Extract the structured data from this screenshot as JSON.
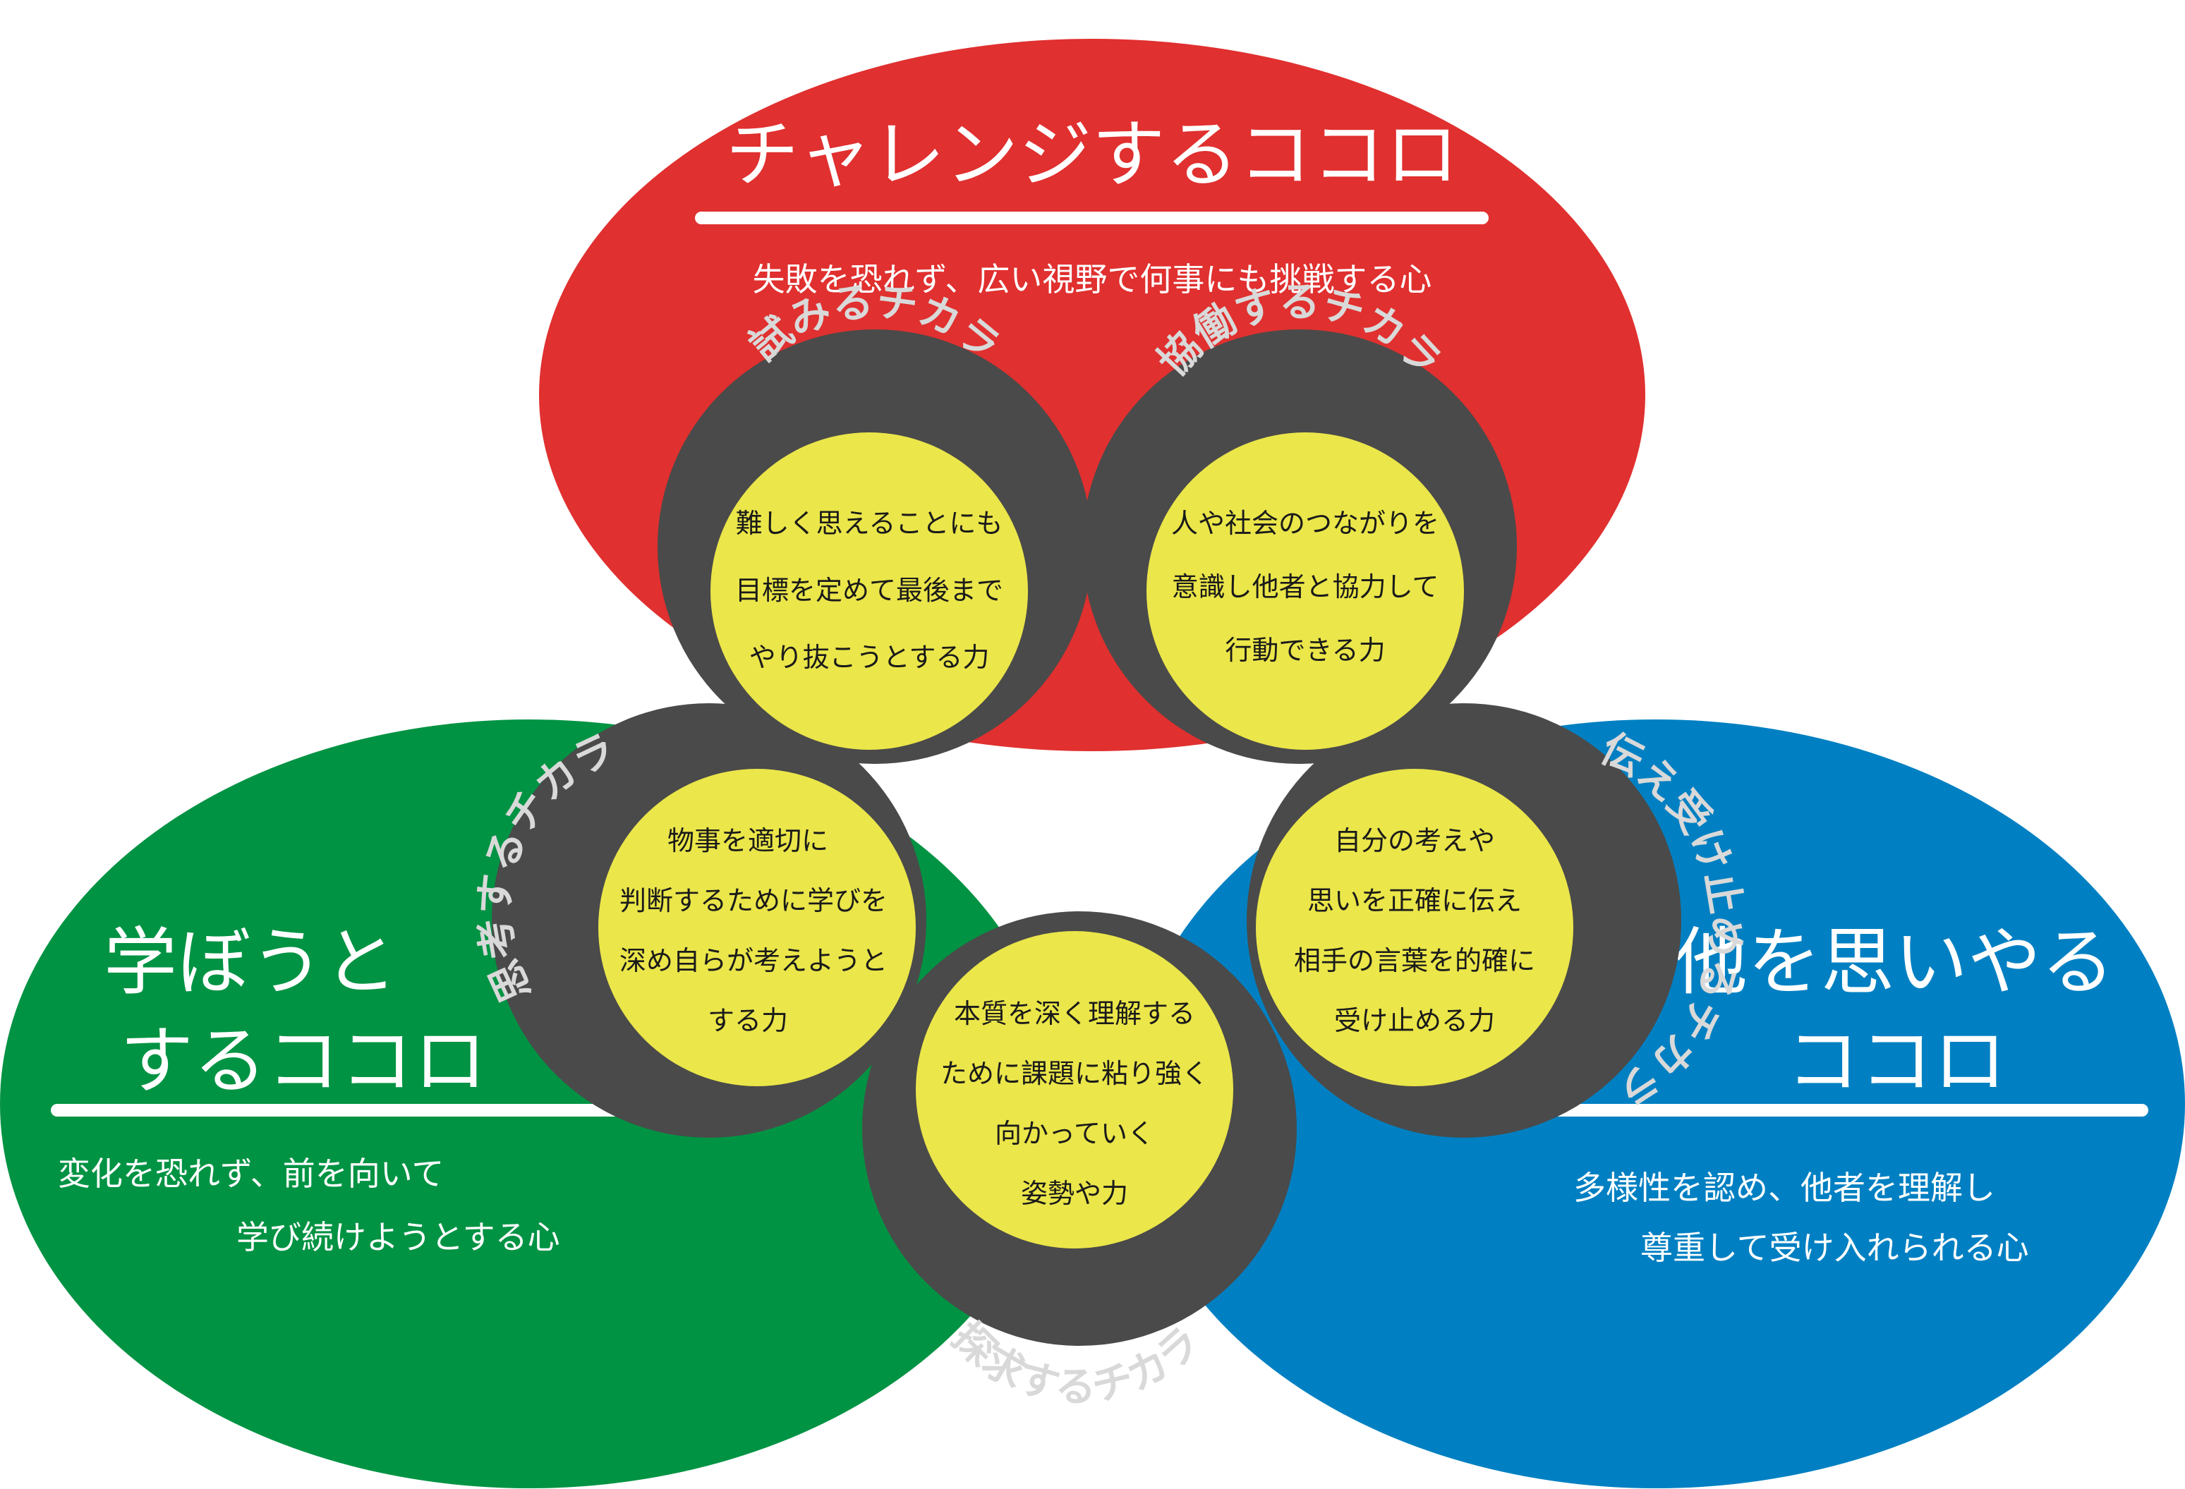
{
  "colors": {
    "red": "#e0302f",
    "green": "#009343",
    "blue": "#0080c2",
    "ring": "#4a4a4a",
    "core": "#ebe64a",
    "white": "#ffffff"
  },
  "hearts": {
    "challenge": {
      "title": "チャレンジするココロ",
      "description": "失敗を恐れず、広い視野で何事にも挑戦する心"
    },
    "learn": {
      "title_line1": "学ぼうと",
      "title_line2": "するココロ",
      "description_line1": "変化を恐れず、前を向いて",
      "description_line2": "学び続けようとする心"
    },
    "care": {
      "title_line1": "他を思いやる",
      "title_line2": "ココロ",
      "description_line1": "多様性を認め、他者を理解し",
      "description_line2": "尊重して受け入れられる心"
    }
  },
  "powers": {
    "try": {
      "ring_label": "試みるチカラ",
      "lines": [
        "難しく思えることにも",
        "目標を定めて最後まで",
        "やり抜こうとする力"
      ]
    },
    "collaborate": {
      "ring_label": "協働するチカラ",
      "lines": [
        "人や社会のつながりを",
        "意識し他者と協力して",
        "行動できる力"
      ]
    },
    "think": {
      "ring_label": "思考するチカラ",
      "lines": [
        "物事を適切に",
        "判断するために学びを",
        "深め自らが考えようと",
        "する力"
      ]
    },
    "communicate": {
      "ring_label": "伝え受け止めるチカラ",
      "lines": [
        "自分の考えや",
        "思いを正確に伝え",
        "相手の言葉を的確に",
        "受け止める力"
      ]
    },
    "explore": {
      "ring_label": "探求するチカラ",
      "lines": [
        "本質を深く理解する",
        "ために課題に粘り強く",
        "向かっていく",
        "姿勢や力"
      ]
    }
  }
}
